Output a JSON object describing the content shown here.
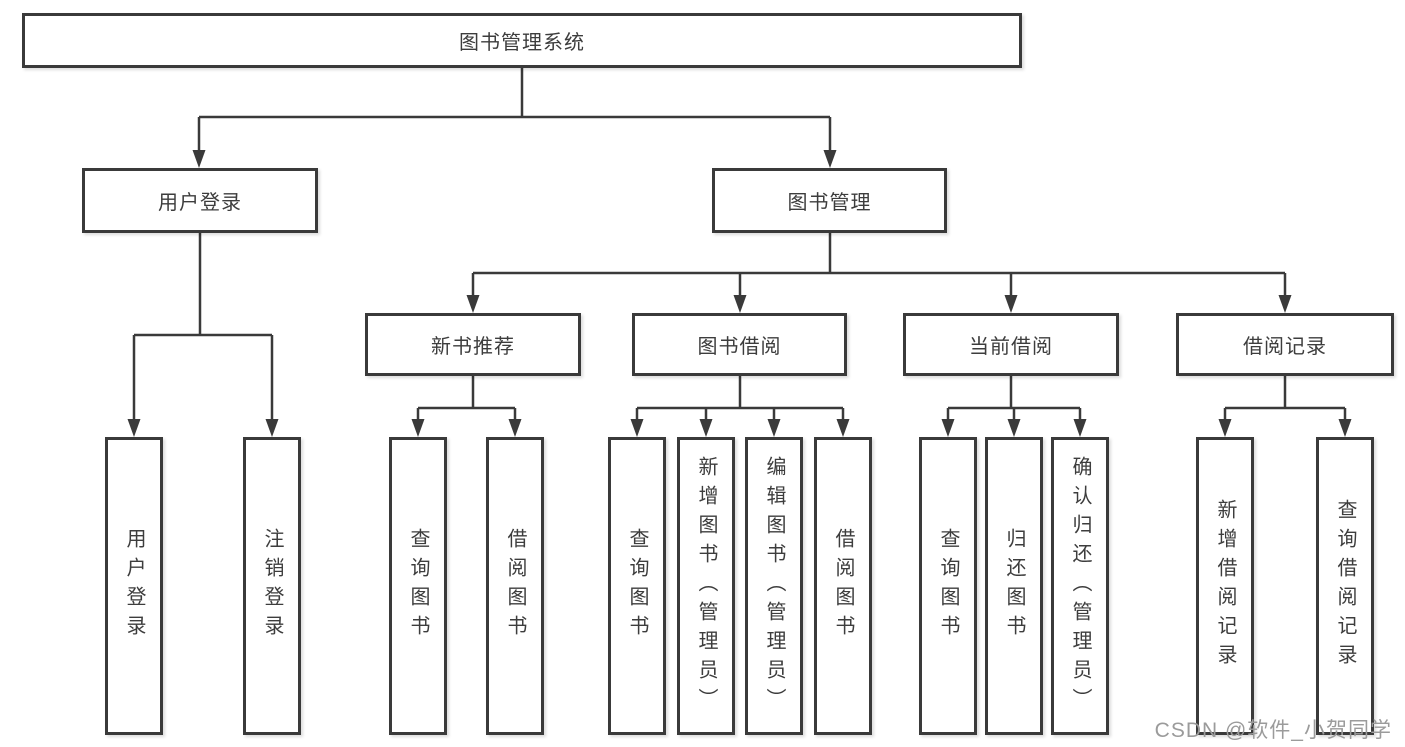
{
  "diagram": {
    "label": "图书管理系统",
    "children": [
      {
        "label": "用户登录",
        "children": [
          {
            "label": "用户登录"
          },
          {
            "label": "注销登录"
          }
        ]
      },
      {
        "label": "图书管理",
        "children": [
          {
            "label": "新书推荐",
            "children": [
              {
                "label": "查询图书"
              },
              {
                "label": "借阅图书"
              }
            ]
          },
          {
            "label": "图书借阅",
            "children": [
              {
                "label": "查询图书"
              },
              {
                "label": "新增图书（管理员）"
              },
              {
                "label": "编辑图书（管理员）"
              },
              {
                "label": "借阅图书"
              }
            ]
          },
          {
            "label": "当前借阅",
            "children": [
              {
                "label": "查询图书"
              },
              {
                "label": "归还图书"
              },
              {
                "label": "确认归还（管理员）"
              }
            ]
          },
          {
            "label": "借阅记录",
            "children": [
              {
                "label": "新增借阅记录"
              },
              {
                "label": "查询借阅记录"
              }
            ]
          }
        ]
      }
    ]
  },
  "watermark": {
    "text": "CSDN @软件_小贺同学"
  },
  "colors": {
    "line": "#3a3a3a",
    "box_border": "#3a3a3a",
    "text": "#3d3d3d",
    "watermark": "#9b9b9b",
    "background": "#ffffff"
  }
}
